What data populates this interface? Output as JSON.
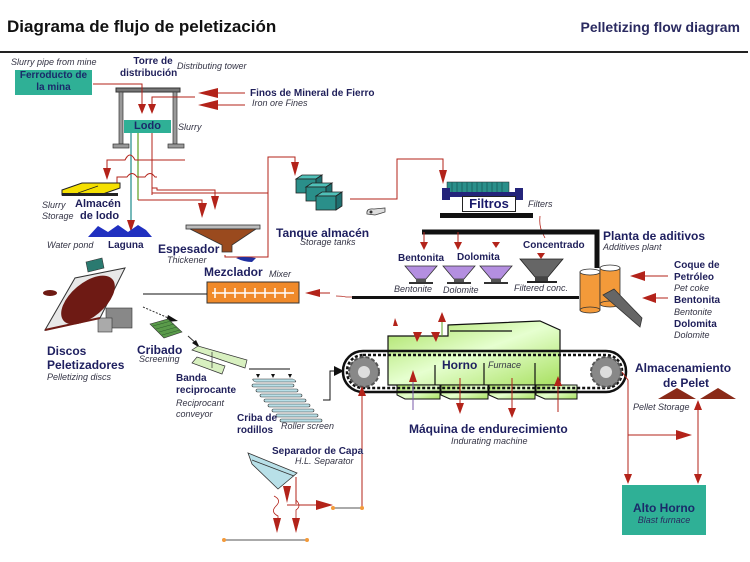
{
  "header": {
    "title_es": "Diagrama de flujo de peletización",
    "title_en": "Pelletizing flow diagram"
  },
  "nodes": {
    "ferroducto": {
      "es": "Ferroducto de la mina",
      "es_line1": "Ferroducto de",
      "es_line2": "la mina",
      "en": "Slurry pipe from mine"
    },
    "torre": {
      "es_line1": "Torre de",
      "es_line2": "distribución",
      "en": "Distributing tower"
    },
    "finos": {
      "es": "Finos de Mineral de Fierro",
      "en": "Iron ore Fines"
    },
    "lodo": {
      "es": "Lodo",
      "en": "Slurry"
    },
    "almacen_lodo": {
      "es_line1": "Almacén",
      "es_line2": "de lodo",
      "en_line1": "Slurry",
      "en_line2": "Storage"
    },
    "laguna": {
      "es": "Laguna",
      "en": "Water pond"
    },
    "espesador": {
      "es": "Espesador",
      "en": "Thickener"
    },
    "tanque": {
      "es": "Tanque almacén",
      "en": "Storage tanks"
    },
    "filtros": {
      "es": "Filtros",
      "en": "Filters"
    },
    "bentonita_silo": {
      "es": "Bentonita",
      "en": "Bentonite"
    },
    "dolomita_silo": {
      "es": "Dolomita",
      "en": "Dolomite"
    },
    "concentrado": {
      "es": "Concentrado",
      "en": "Filtered conc."
    },
    "planta_aditivos": {
      "es": "Planta de aditivos",
      "en": "Additives plant"
    },
    "coque": {
      "es_line1": "Coque de",
      "es_line2": "Petróleo",
      "en": "Pet coke"
    },
    "bentonita_add": {
      "es": "Bentonita",
      "en": "Bentonite"
    },
    "dolomita_add": {
      "es": "Dolomita",
      "en": "Dolomite"
    },
    "mezclador": {
      "es": "Mezclador",
      "en": "Mixer"
    },
    "discos": {
      "es_line1": "Discos",
      "es_line2": "Peletizadores",
      "en": "Pelletizing discs"
    },
    "cribado": {
      "es": "Cribado",
      "en": "Screening"
    },
    "banda": {
      "es_line1": "Banda",
      "es_line2": "reciprocante",
      "en_line1": "Reciprocant",
      "en_line2": "conveyor"
    },
    "criba_rodillos": {
      "es_line1": "Criba de",
      "es_line2": "rodillos",
      "en": "Roller screen"
    },
    "horno": {
      "es": "Horno",
      "en": "Furnace"
    },
    "maquina": {
      "es": "Máquina de endurecimiento",
      "en": "Indurating machine"
    },
    "almacenamiento_pelet": {
      "es_line1": "Almacenamiento",
      "es_line2": "de Pelet",
      "en": "Pellet Storage"
    },
    "separador": {
      "es": "Separador de Capa",
      "en": "H.L. Separator"
    },
    "alto_horno": {
      "es": "Alto Horno",
      "en": "Blast furnace"
    }
  },
  "colors": {
    "flow_red": "#b3231a",
    "teal_box": "#2fb096",
    "label_navy": "#1f1f5a",
    "furnace_green": "#c6f08a",
    "additive_orange": "#f39a3a",
    "silo_purple": "#b48fe0",
    "thickener_brown": "#9a4a1e",
    "lagoon_blue": "#2030c0",
    "tank_teal": "#2a8f8a",
    "slurry_yellow": "#f5e000",
    "mixer_orange": "#f08a2a"
  }
}
